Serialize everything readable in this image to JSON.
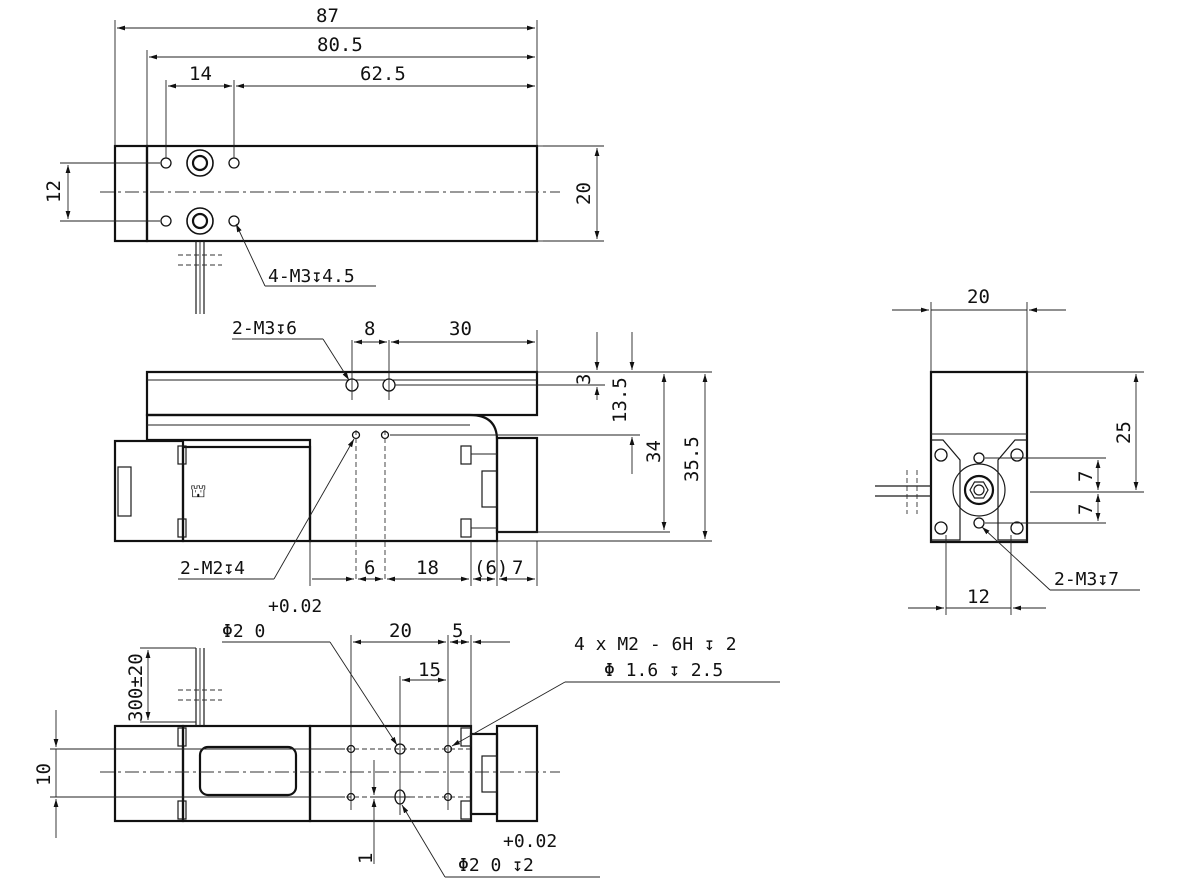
{
  "views": {
    "top": {
      "dims": {
        "overall": "87",
        "body": "80.5",
        "hole_pitch": "14",
        "hole_to_end": "62.5",
        "hole_spacing": "12",
        "width": "20"
      },
      "callout": "4-M3↧4.5"
    },
    "front": {
      "dims": {
        "hole_pitch": "8",
        "to_end": "30",
        "top_offset": "3",
        "depth": "13.5",
        "height_a": "34",
        "height_b": "35.5",
        "p1": "6",
        "p2": "18",
        "p3": "(6)",
        "p4": "7"
      },
      "callout_top": "2-M3↧6",
      "callout_bottom": "2-M2↧4"
    },
    "side": {
      "dims": {
        "width": "20",
        "height": "25",
        "upper": "7",
        "lower": "7",
        "bottom": "12"
      },
      "callout": "2-M3↧7"
    },
    "bottom": {
      "dims": {
        "pitch": "20",
        "end": "5",
        "pitch2": "15",
        "width": "10",
        "offset": "1",
        "cable": "300±20"
      },
      "tol_top": "+0.02",
      "pin_top": "Φ2  0",
      "note_line1": "4 x  M2 - 6H ↧ 2",
      "note_line2": "Φ 1.6 ↧ 2.5",
      "tol_bottom": "+0.02",
      "pin_bottom": "Φ2  0  ↧2"
    }
  }
}
